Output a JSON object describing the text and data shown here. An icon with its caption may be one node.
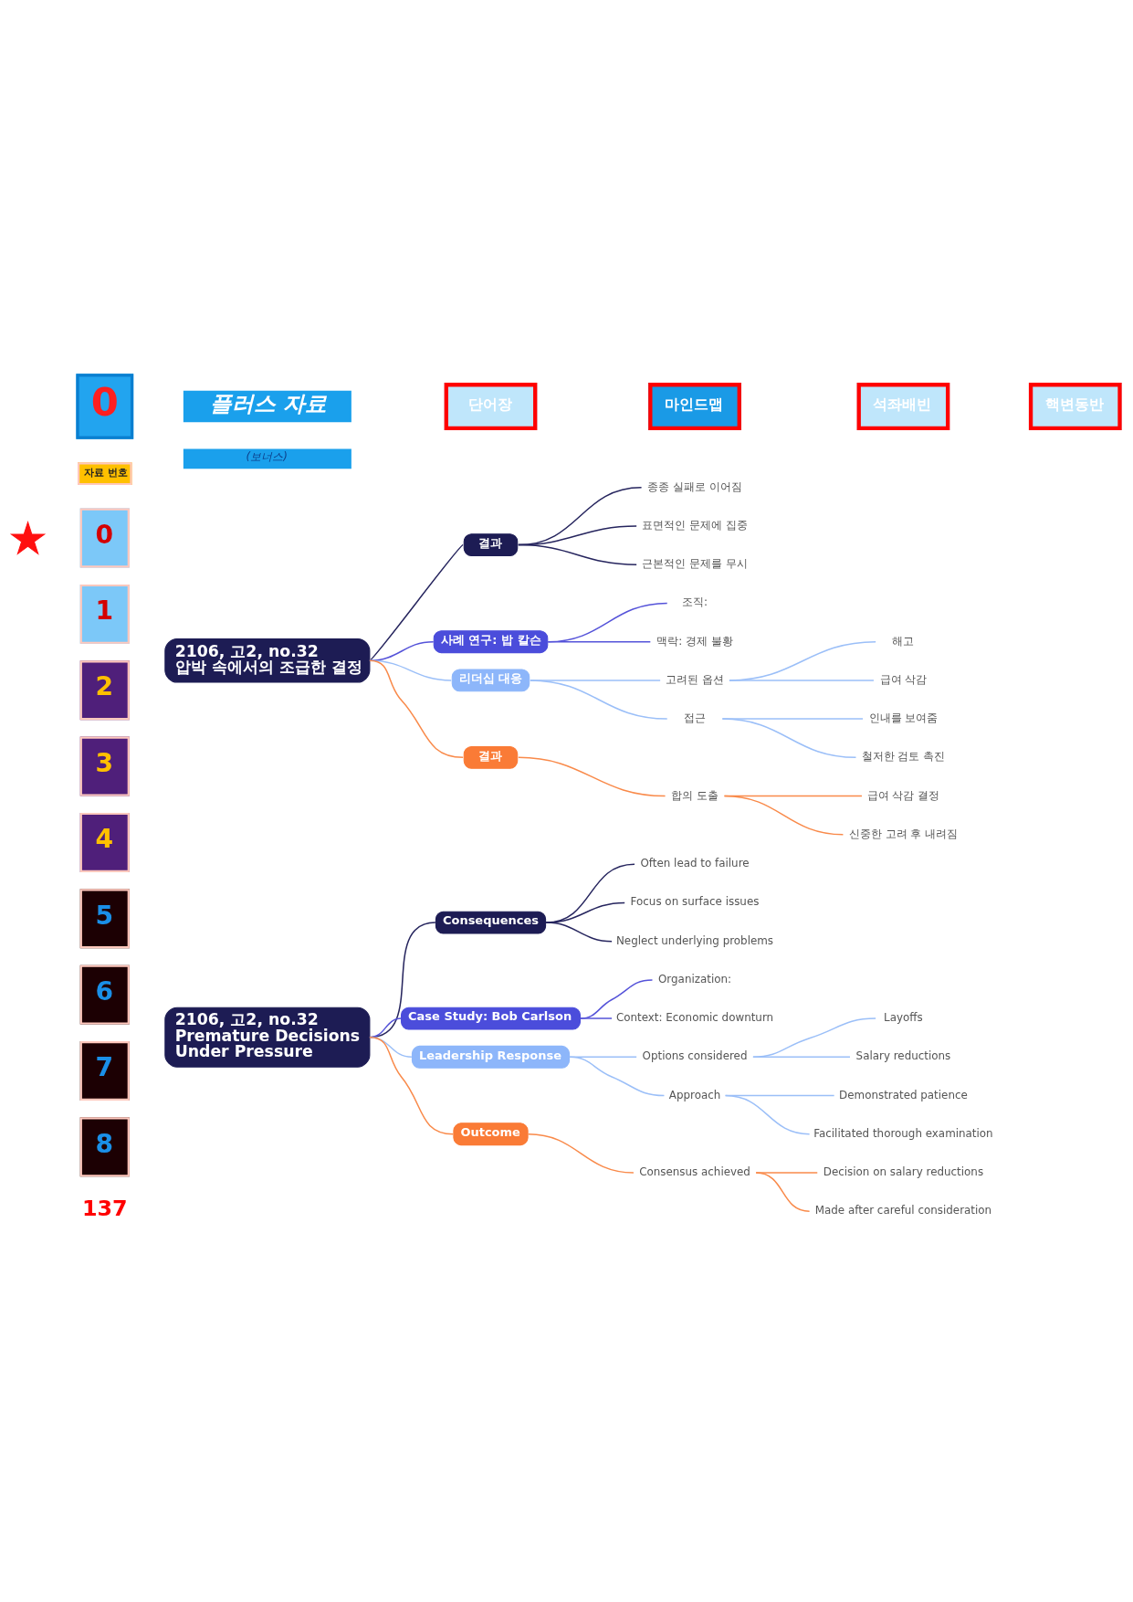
{
  "diagram": {
    "nodes": [
      {
        "text": [],
        "shape": "star"
      },
      {
        "text": [
          "2106, 고2, no.32",
          "압박 속에서의 조급한 결정"
        ]
      },
      {
        "text": [
          "결과"
        ]
      },
      {
        "text": [
          "종종 실패로 이어짐"
        ]
      },
      {
        "text": [
          "표면적인 문제에 집중"
        ]
      },
      {
        "text": [
          "근본적인 문제를 무시"
        ]
      },
      {
        "text": [
          "사례 연구: 밥 칼슨"
        ]
      },
      {
        "text": [
          "조직:"
        ]
      },
      {
        "text": [
          "맥락: 경제 불황"
        ]
      },
      {
        "text": [
          "리더십 대응"
        ]
      },
      {
        "text": [
          "고려된 옵션"
        ]
      },
      {
        "text": [
          "해고"
        ]
      },
      {
        "text": [
          "급여 삭감"
        ]
      },
      {
        "text": [
          "접근"
        ]
      },
      {
        "text": [
          "인내를 보여줌"
        ]
      },
      {
        "text": [
          "철저한 검토 촉진"
        ]
      },
      {
        "text": [
          "결과"
        ]
      },
      {
        "text": [
          "합의 도출"
        ]
      },
      {
        "text": [
          "급여 삭감 결정"
        ]
      },
      {
        "text": [
          "신중한 고려 후 내려짐"
        ]
      },
      {
        "text": [
          "2106, 고2, no.32",
          "Premature Decisions Under Pressure"
        ]
      },
      {
        "text": [
          "Consequences"
        ]
      },
      {
        "text": [
          "Often lead to failure"
        ]
      },
      {
        "text": [
          "Focus on surface issues"
        ]
      },
      {
        "text": [
          "Neglect underlying problems"
        ]
      },
      {
        "text": [
          "Case Study: Bob Carlson"
        ]
      },
      {
        "text": [
          "Organization:"
        ]
      },
      {
        "text": [
          "Context: Economic downturn"
        ]
      },
      {
        "text": [
          "Leadership Response"
        ]
      },
      {
        "text": [
          "Options considered"
        ]
      },
      {
        "text": [
          "Layoffs"
        ]
      },
      {
        "text": [
          "Salary reductions"
        ]
      },
      {
        "text": [
          "Approach"
        ]
      },
      {
        "text": [
          "Demonstrated patience"
        ]
      },
      {
        "text": [
          "Facilitated thorough examination"
        ]
      },
      {
        "text": [
          "Outcome"
        ]
      },
      {
        "text": [
          "Consensus achieved"
        ]
      },
      {
        "text": [
          "Decision on salary reductions"
        ]
      },
      {
        "text": [
          "Made after careful consideration"
        ]
      }
    ],
    "edges": [
      {
        "from": 1,
        "to": 2,
        "arrow": "none",
        "color": "#26255e"
      },
      {
        "from": 2,
        "to": 3,
        "arrow": "none",
        "color": "#26255e"
      },
      {
        "from": 2,
        "to": 4,
        "arrow": "none",
        "color": "#26255e"
      },
      {
        "from": 2,
        "to": 5,
        "arrow": "none",
        "color": "#26255e"
      },
      {
        "from": 1,
        "to": 6,
        "arrow": "none",
        "color": "#5553d9"
      },
      {
        "from": 6,
        "to": 7,
        "arrow": "none",
        "color": "#5553d9"
      },
      {
        "from": 6,
        "to": 8,
        "arrow": "none",
        "color": "#5553d9"
      },
      {
        "from": 1,
        "to": 9,
        "arrow": "none"
      },
      {
        "from": 9,
        "to": 10,
        "arrow": "none"
      },
      {
        "from": 10,
        "to": 11,
        "arrow": "none"
      },
      {
        "from": 10,
        "to": 12,
        "arrow": "none"
      },
      {
        "from": 9,
        "to": 13,
        "arrow": "none"
      },
      {
        "from": 13,
        "to": 14,
        "arrow": "none"
      },
      {
        "from": 13,
        "to": 15,
        "arrow": "none"
      },
      {
        "from": 1,
        "to": 16,
        "arrow": "none",
        "color": "#f98a4a"
      },
      {
        "from": 16,
        "to": 17,
        "arrow": "none",
        "color": "#f98a4a"
      },
      {
        "from": 17,
        "to": 18,
        "arrow": "none",
        "color": "#f98a4a"
      },
      {
        "from": 17,
        "to": 19,
        "arrow": "none",
        "color": "#f98a4a"
      },
      {
        "from": 20,
        "to": 21,
        "arrow": "none",
        "color": "#26255e"
      },
      {
        "from": 21,
        "to": 22,
        "arrow": "none",
        "color": "#26255e"
      },
      {
        "from": 21,
        "to": 23,
        "arrow": "none",
        "color": "#26255e"
      },
      {
        "from": 21,
        "to": 24,
        "arrow": "none",
        "color": "#26255e"
      },
      {
        "from": 20,
        "to": 25,
        "arrow": "none",
        "color": "#5553d9"
      },
      {
        "from": 25,
        "to": 26,
        "arrow": "none",
        "color": "#5553d9"
      },
      {
        "from": 25,
        "to": 27,
        "arrow": "none",
        "color": "#5553d9"
      },
      {
        "from": 20,
        "to": 28,
        "arrow": "none"
      },
      {
        "from": 28,
        "to": 29,
        "arrow": "none"
      },
      {
        "from": 29,
        "to": 30,
        "arrow": "none"
      },
      {
        "from": 29,
        "to": 31,
        "arrow": "none"
      },
      {
        "from": 28,
        "to": 32,
        "arrow": "none"
      },
      {
        "from": 32,
        "to": 33,
        "arrow": "none"
      },
      {
        "from": 32,
        "to": 34,
        "arrow": "none"
      },
      {
        "from": 20,
        "to": 35,
        "arrow": "none",
        "color": "#f98a4a"
      },
      {
        "from": 35,
        "to": 36,
        "arrow": "none",
        "color": "#f98a4a"
      },
      {
        "from": 36,
        "to": 37,
        "arrow": "none",
        "color": "#f98a4a"
      },
      {
        "from": 36,
        "to": 38,
        "arrow": "none",
        "color": "#f98a4a"
      }
    ],
    "labels": [
      "0",
      "플러스 자료",
      "(보너스)",
      "단어장",
      "마인드맵",
      "석좌배빈",
      "핵변동반",
      "자료 번호",
      "0",
      "1",
      "2",
      "3",
      "4",
      "5",
      "6",
      "7",
      "8",
      "137"
    ]
  }
}
